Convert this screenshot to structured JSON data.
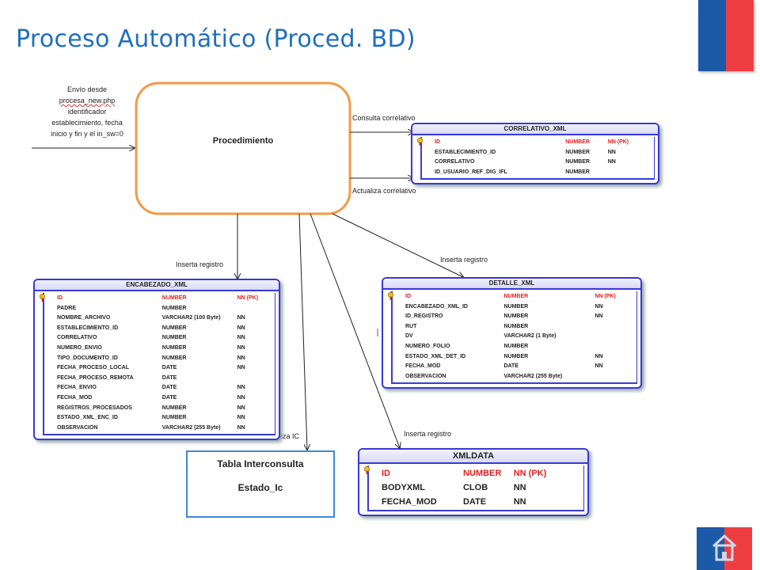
{
  "title": "Proceso Automático (Proced. BD)",
  "input_note": [
    "Envío desde",
    "procesa_new.php",
    "identificador",
    "establecimiento, fecha",
    "inicio y fin y el in_sw=0"
  ],
  "procedure_label": "Procedimiento",
  "edge_labels": {
    "consulta": "Consulta correlativo",
    "actualiza": "Actualiza correlativo",
    "inserta_enc": "Inserta registro",
    "inserta_det": "Inserta registro",
    "actualiza_ic": "Actualiza IC",
    "inserta_xml": "Inserta registro"
  },
  "tables": {
    "correlativo": {
      "name": "CORRELATIVO_XML",
      "rows": [
        [
          "ID",
          "NUMBER",
          "NN  (PK)"
        ],
        [
          "ESTABLECIMIENTO_ID",
          "NUMBER",
          "NN"
        ],
        [
          "CORRELATIVO",
          "NUMBER",
          "NN"
        ],
        [
          "ID_USUARIO_REF_DIG_IFL",
          "NUMBER",
          ""
        ]
      ]
    },
    "encabezado": {
      "name": "ENCABEZADO_XML",
      "rows": [
        [
          "ID",
          "NUMBER",
          "NN (PK)"
        ],
        [
          "PADRE",
          "NUMBER",
          ""
        ],
        [
          "NOMBRE_ARCHIVO",
          "VARCHAR2 (100 Byte)",
          "NN"
        ],
        [
          "ESTABLECIMIENTO_ID",
          "NUMBER",
          "NN"
        ],
        [
          "CORRELATIVO",
          "NUMBER",
          "NN"
        ],
        [
          "NUMERO_ENVIO",
          "NUMBER",
          "NN"
        ],
        [
          "TIPO_DOCUMENTO_ID",
          "NUMBER",
          "NN"
        ],
        [
          "FECHA_PROCESO_LOCAL",
          "DATE",
          "NN"
        ],
        [
          "FECHA_PROCESO_REMOTA",
          "DATE",
          ""
        ],
        [
          "FECHA_ENVIO",
          "DATE",
          "NN"
        ],
        [
          "FECHA_MOD",
          "DATE",
          "NN"
        ],
        [
          "REGISTROS_PROCESADOS",
          "NUMBER",
          "NN"
        ],
        [
          "ESTADO_XML_ENC_ID",
          "NUMBER",
          "NN"
        ],
        [
          "OBSERVACION",
          "VARCHAR2 (255 Byte)",
          "NN"
        ]
      ]
    },
    "detalle": {
      "name": "DETALLE_XML",
      "rows": [
        [
          "ID",
          "NUMBER",
          "NN (PK)"
        ],
        [
          "ENCABEZADO_XML_ID",
          "NUMBER",
          "NN"
        ],
        [
          "ID_REGISTRO",
          "NUMBER",
          "NN"
        ],
        [
          "RUT",
          "NUMBER",
          ""
        ],
        [
          "DV",
          "VARCHAR2 (1 Byte)",
          ""
        ],
        [
          "NUMERO_FOLIO",
          "NUMBER",
          ""
        ],
        [
          "ESTADO_XML_DET_ID",
          "NUMBER",
          "NN"
        ],
        [
          "FECHA_MOD",
          "DATE",
          "NN"
        ],
        [
          "OBSERVACION",
          "VARCHAR2 (255 Byte)",
          ""
        ]
      ]
    },
    "xmldata": {
      "name": "XMLDATA",
      "rows": [
        [
          "ID",
          "NUMBER",
          "NN  (PK)"
        ],
        [
          "BODYXML",
          "CLOB",
          "NN"
        ],
        [
          "FECHA_MOD",
          "DATE",
          "NN"
        ]
      ]
    }
  },
  "interconsulta": {
    "title": "Tabla Interconsulta",
    "field": "Estado_Ic"
  },
  "colors": {
    "title": "#1f6fbf",
    "procedure_border": "#f29a45",
    "table_border": "#3a3ad6",
    "pk_text": "#e02020",
    "flag_blue": "#1c5aa8",
    "flag_red": "#ef3e42"
  },
  "icons": [
    "home-icon",
    "key-icon"
  ]
}
